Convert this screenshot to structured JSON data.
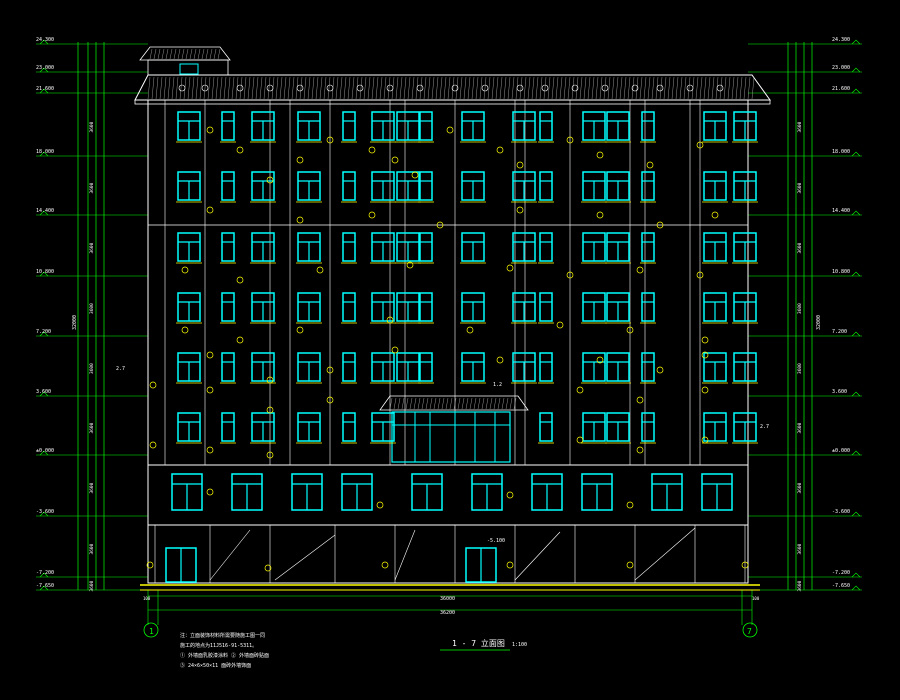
{
  "drawing": {
    "title": "1 - 7 立面图",
    "scale": "1:100",
    "axis_left": "1",
    "axis_right": "7",
    "overall_width": "36200",
    "inner_width": "36000",
    "edge_dim_left": "100",
    "edge_dim_right": "100",
    "left_label_middle": "2.7",
    "right_label_middle": "2.7",
    "canopy_label": "1.2",
    "door_label": "-5.100",
    "total_height_left": "32000",
    "total_height_right": "32000"
  },
  "levels": [
    "24.300",
    "23.000",
    "21.600",
    "18.000",
    "14.400",
    "10.800",
    "7.200",
    "3.600",
    "±0.000",
    "-3.600",
    "-7.200",
    "-7.650"
  ],
  "segment_dims": [
    "3600",
    "3600",
    "3600",
    "3600",
    "3600",
    "3600",
    "3600",
    "3600",
    "3600"
  ],
  "notes": {
    "line1": "注：立面装饰材料所需要随施工图一同",
    "line2": "施工的地点为11J516-91-5311。",
    "line3": "① 外墙面乳胶漆涂料  ② 外墙面砖贴面",
    "line4": "③ 24×6×50×11 面砖外墙饰面"
  },
  "colors": {
    "window": "#00ffff",
    "wall": "#ffffff",
    "dimension": "#00ff00",
    "roof": "#ffffff",
    "text": "#ffff00",
    "tag": "#ffff00",
    "base": "#ffff00"
  }
}
